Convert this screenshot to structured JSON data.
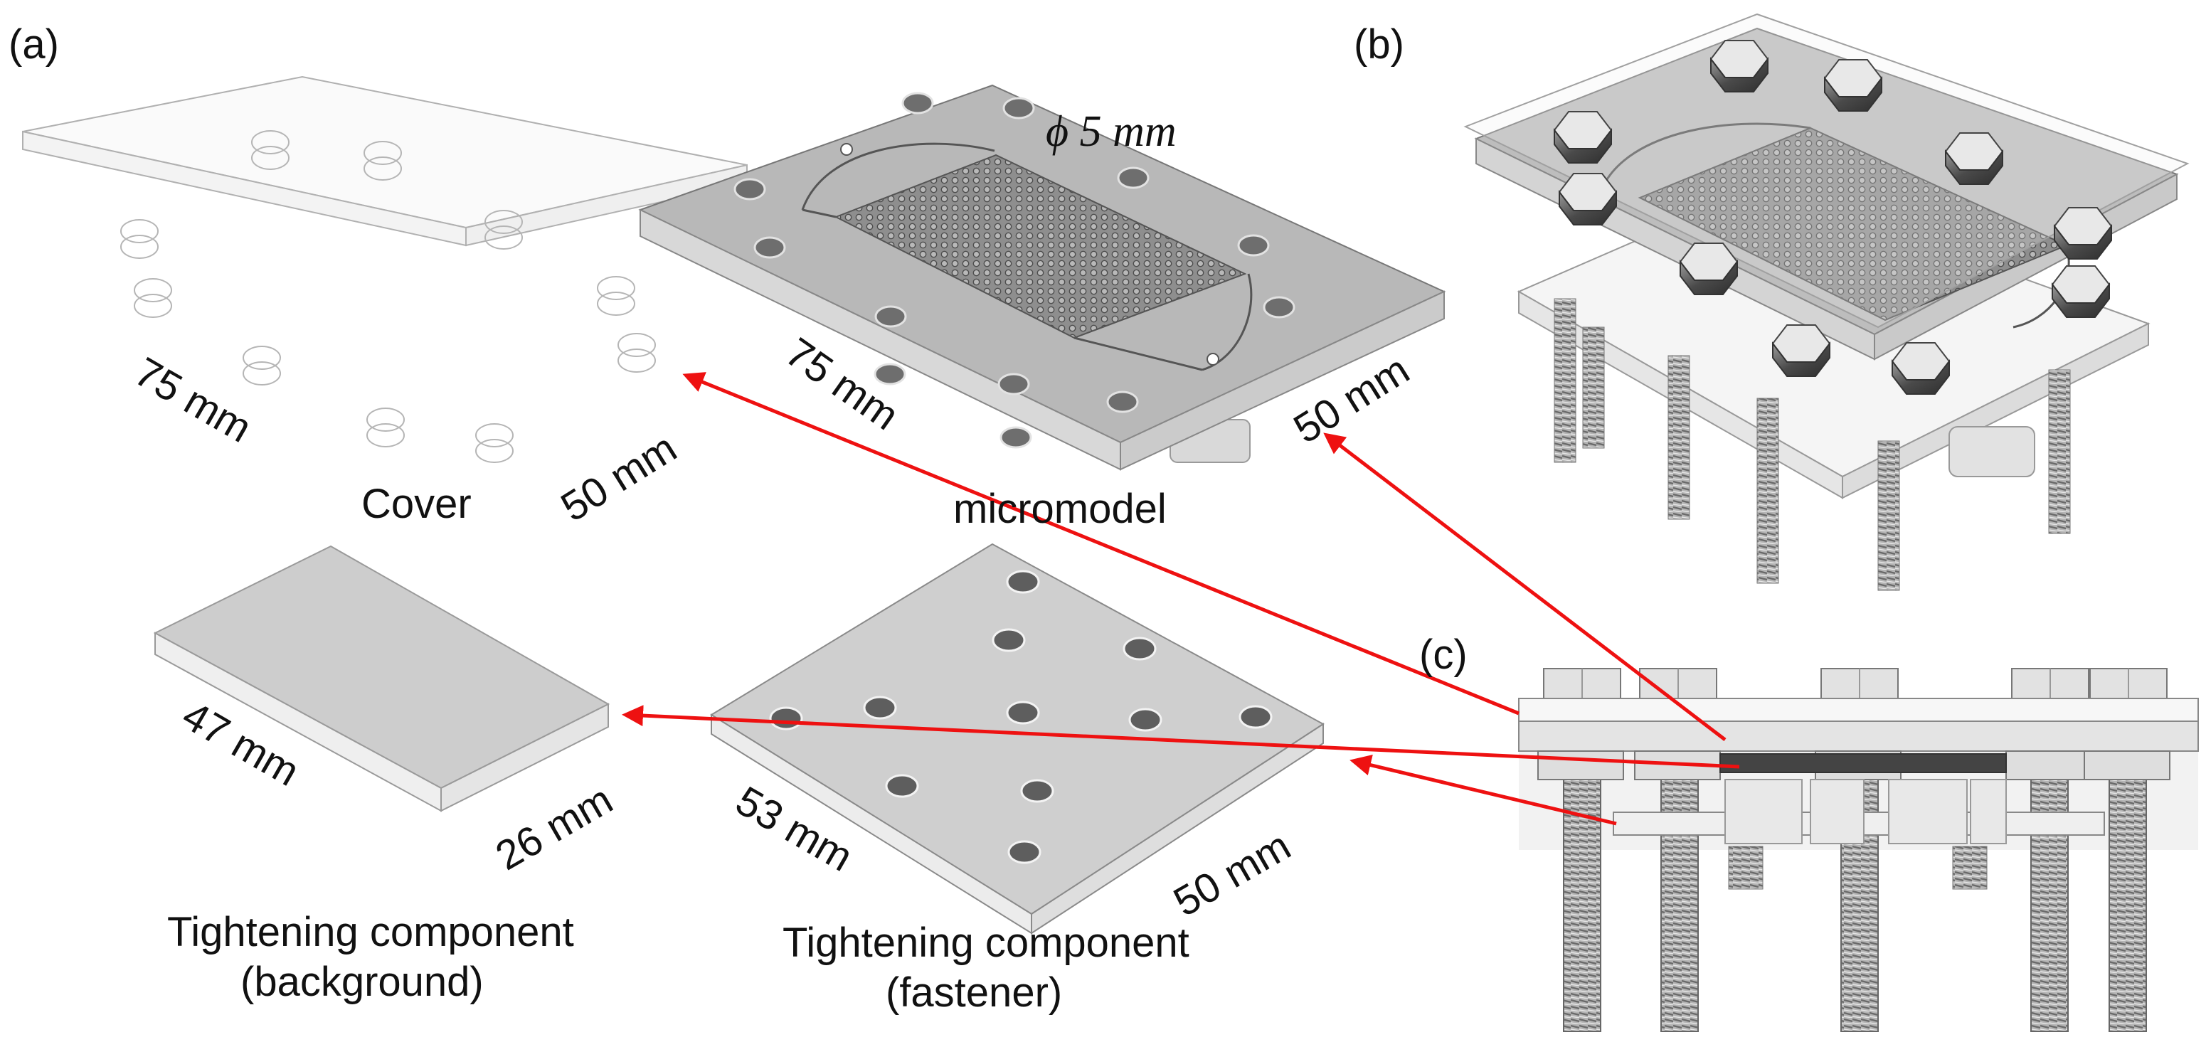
{
  "panels": {
    "a": "(a)",
    "b": "(b)",
    "c": "(c)"
  },
  "labels": {
    "cover": "Cover",
    "cover_length": "75 mm",
    "cover_width": "50 mm",
    "micromodel": "micromodel",
    "micromodel_length": "75 mm",
    "micromodel_width": "50 mm",
    "hole_diameter": "ϕ 5 mm",
    "background_length": "47 mm",
    "background_width": "26 mm",
    "background_name_line1": "Tightening component",
    "background_name_line2": "(background)",
    "fastener_length": "53 mm",
    "fastener_width": "50 mm",
    "fastener_name_line1": "Tightening component",
    "fastener_name_line2": "(fastener)"
  },
  "colors": {
    "arrow": "#ee1111",
    "plate_gray": "#b8b8b8",
    "cover_outline": "#b0b0b0",
    "bolt_dark": "#555555"
  }
}
